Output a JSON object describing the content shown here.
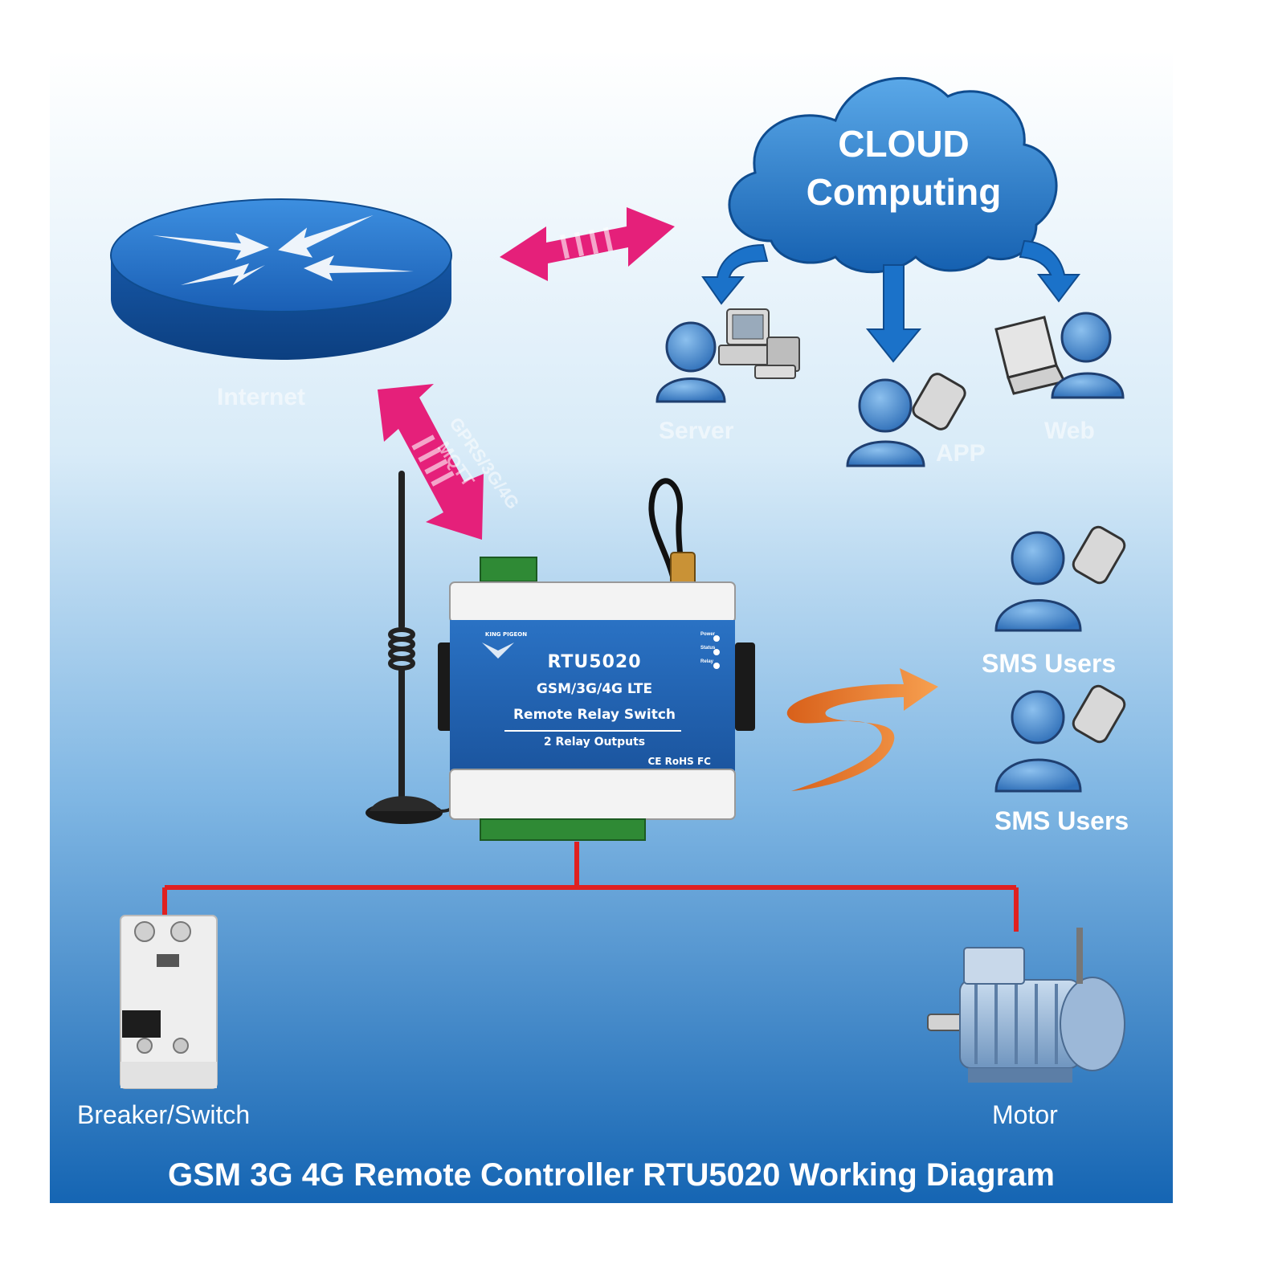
{
  "cloud": {
    "line1": "CLOUD",
    "line2": "Computing"
  },
  "faint_labels": {
    "router": "Internet",
    "link": "GPRS/3G/4G",
    "link2": "MQTT",
    "server": "Server",
    "app": "APP",
    "web": "Web"
  },
  "sms_users": [
    "SMS Users",
    "SMS Users"
  ],
  "device": {
    "brand": "KING PIGEON",
    "model": "RTU5020",
    "network": "GSM/3G/4G LTE",
    "product": "Remote Relay Switch",
    "outputs": "2 Relay Outputs",
    "certs": "CE RoHS FC",
    "leds": [
      "Power",
      "Status",
      "Relay"
    ]
  },
  "loads": {
    "breaker": "Breaker/Switch",
    "motor": "Motor"
  },
  "caption": "GSM 3G 4G Remote Controller RTU5020 Working Diagram",
  "colors": {
    "bg_top": "#ffffff",
    "bg_bottom": "#1565b3",
    "link_arrow": "#e5207a",
    "wire": "#e02020",
    "device_blue": "#1f5fae",
    "cloud": "#1e74c6",
    "sms_arrow": "#f07a20"
  }
}
